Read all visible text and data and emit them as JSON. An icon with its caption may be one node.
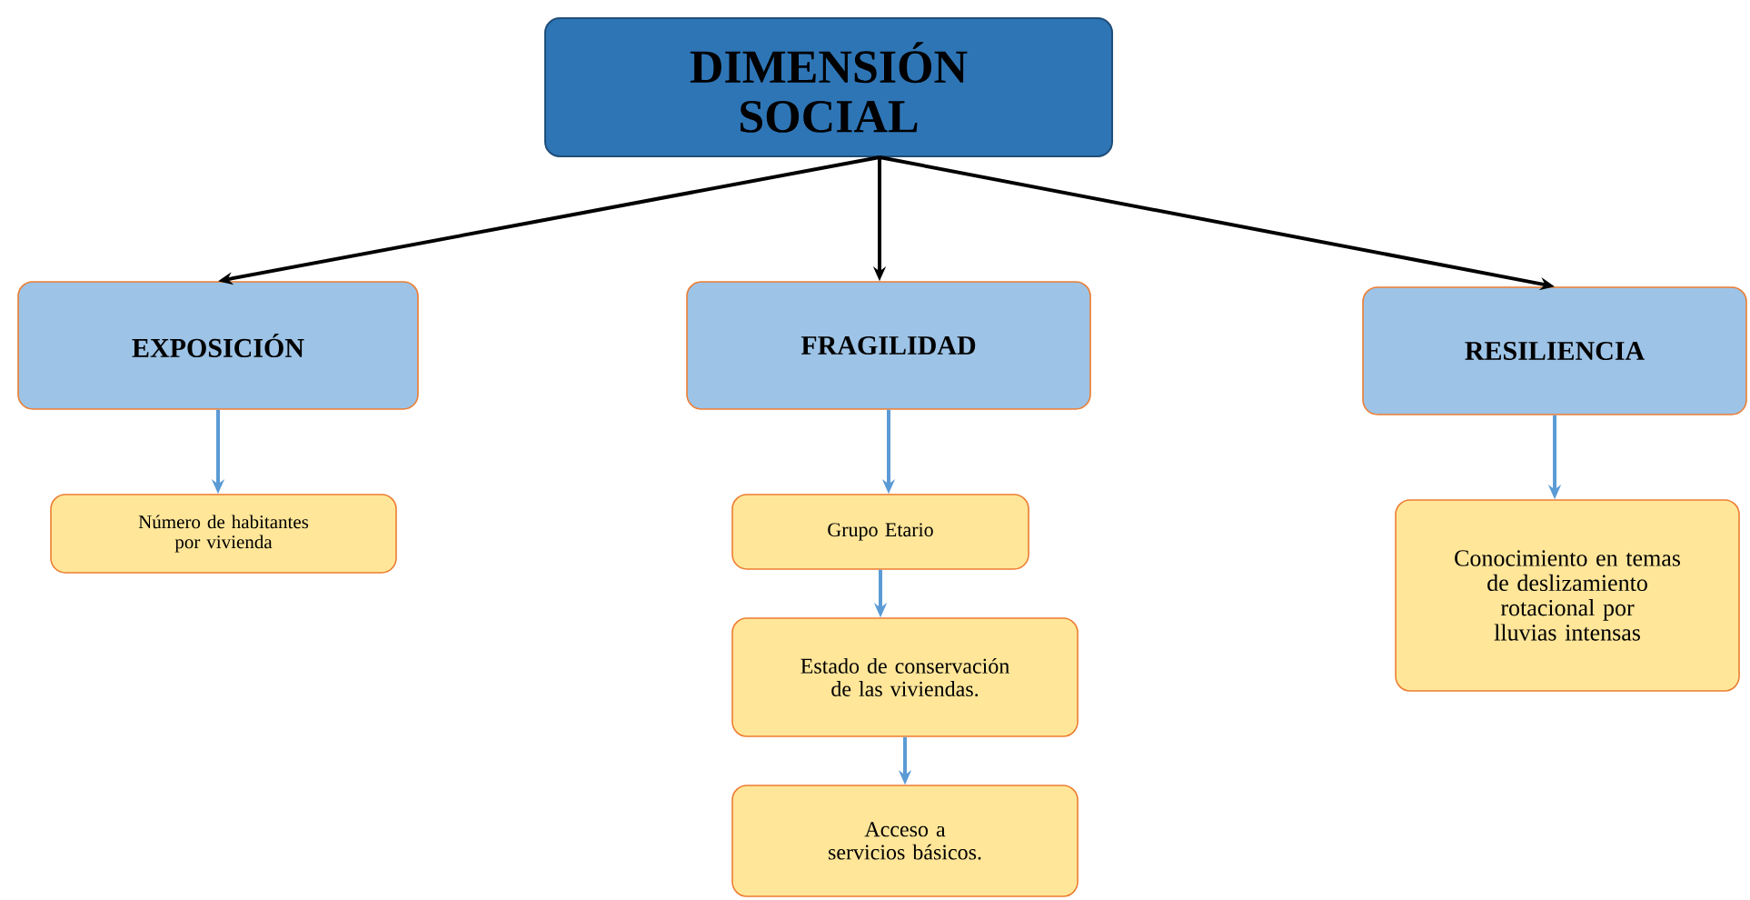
{
  "diagram": {
    "nodes": [
      {
        "text": [
          "DIMENSIÓN SOCIAL"
        ]
      },
      {
        "text": [
          "EXPOSICIÓN"
        ]
      },
      {
        "text": [
          "FRAGILIDAD"
        ]
      },
      {
        "text": [
          "RESILIENCIA"
        ]
      },
      {
        "text": [
          "Número de habitantes por vivienda"
        ]
      },
      {
        "text": [
          "Grupo Etario"
        ]
      },
      {
        "text": [
          "Estado de conservación de las viviendas."
        ]
      },
      {
        "text": [
          "Acceso a servicios básicos."
        ]
      },
      {
        "text": [
          "Conocimiento en temas de deslizamiento rotacional por lluvias intensas"
        ]
      }
    ],
    "edges": [
      {
        "from": 0,
        "to": 1,
        "arrow": "to",
        "color": "#000000"
      },
      {
        "from": 0,
        "to": 2,
        "arrow": "to",
        "color": "#000000"
      },
      {
        "from": 0,
        "to": 3,
        "arrow": "to",
        "color": "#000000"
      },
      {
        "from": 1,
        "to": 4,
        "arrow": "to"
      },
      {
        "from": 2,
        "to": 5,
        "arrow": "to"
      },
      {
        "from": 5,
        "to": 6,
        "arrow": "to"
      },
      {
        "from": 6,
        "to": 7,
        "arrow": "to"
      },
      {
        "from": 3,
        "to": 8,
        "arrow": "to"
      }
    ]
  }
}
